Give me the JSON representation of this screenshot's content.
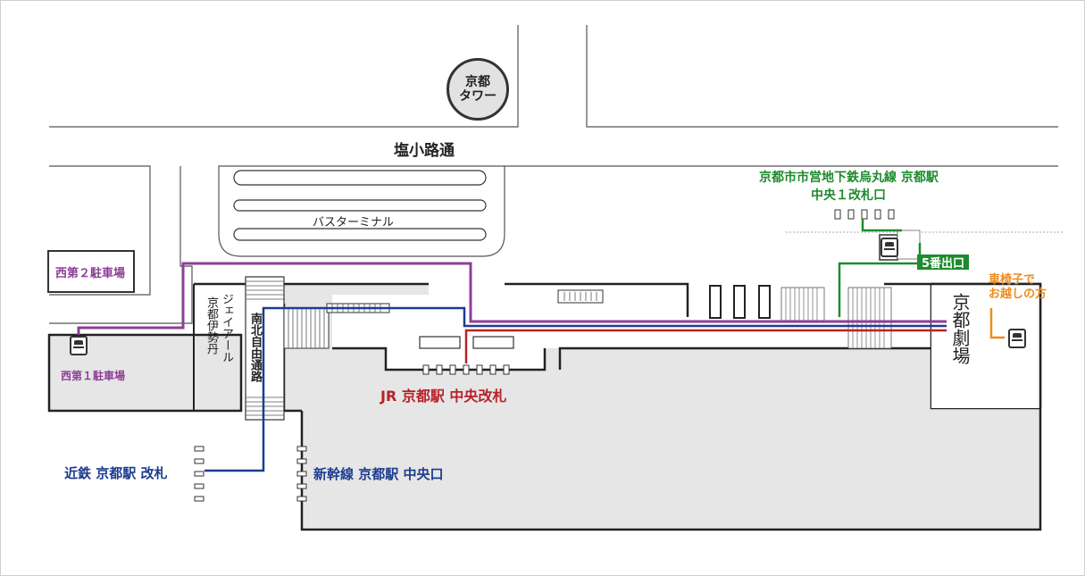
{
  "map": {
    "street_label": "塩小路通",
    "tower_label": "京都\nタワー",
    "bus_terminal_label": "バスターミナル",
    "west2_parking": "西第２駐車場",
    "west1_parking": "西第１駐車場",
    "isetan_label": "ジェイアール京都伊勢丹",
    "jei_label": "ジェイアール",
    "kyoto_isetan": "京都伊勢丹",
    "passage_label": "南北自由通路",
    "jr_gate": "JR 京都駅 中央改札",
    "subway_gate_line1": "京都市市営地下鉄烏丸線 京都駅",
    "subway_gate_line2": "中央１改札口",
    "exit_badge": "5番出口",
    "wheelchair_line1": "車椅子で",
    "wheelchair_line2": "お越しの方",
    "theater_label": "京都劇場",
    "kintetsu_gate": "近鉄 京都駅 改札",
    "shinkansen_gate": "新幹線 京都駅 中央口"
  },
  "colors": {
    "purple": "#8e3e95",
    "blue": "#1d3c8f",
    "red": "#b8222a",
    "green": "#1e8b2e",
    "orange": "#f08a1c",
    "station_fill": "#e6e6e6",
    "outline": "#333333"
  }
}
